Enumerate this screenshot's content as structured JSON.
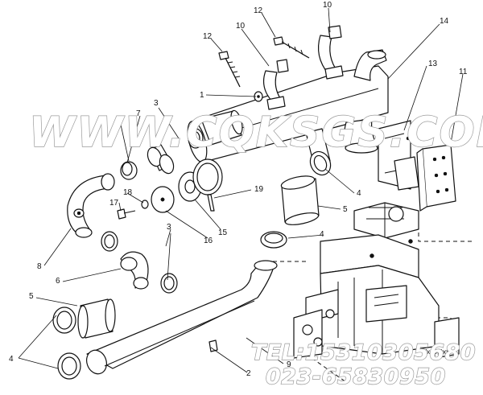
{
  "callouts": {
    "c1": "1",
    "c2": "2",
    "c3a": "3",
    "c3b": "3",
    "c4a": "4",
    "c4b": "4",
    "c4c": "4",
    "c5a": "5",
    "c5b": "5",
    "c6": "6",
    "c7": "7",
    "c8": "8",
    "c9": "9",
    "c10a": "10",
    "c10b": "10",
    "c11": "11",
    "c12a": "12",
    "c12b": "12",
    "c13": "13",
    "c14": "14",
    "c15": "15",
    "c16": "16",
    "c17": "17",
    "c18": "18",
    "c19": "19"
  },
  "reference_code": "fx90gbg",
  "watermark": {
    "site": "WWW.CQKSGS.COM",
    "tel": "TEL:15310305680",
    "phone": "023-65830950"
  }
}
